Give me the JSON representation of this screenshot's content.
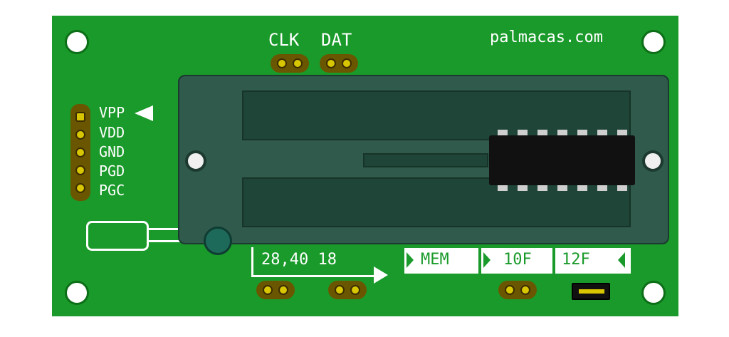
{
  "board": {
    "brand": "palmacas.com",
    "top_headers": {
      "clk": "CLK",
      "dat": "DAT"
    },
    "icsp_labels": [
      "VPP",
      "VDD",
      "GND",
      "PGD",
      "PGC"
    ],
    "bottom_labels": {
      "sizes": "28,40  18",
      "mem": "MEM",
      "f10": "10F",
      "f12": "12F"
    },
    "colors": {
      "pcb": "#1a9a2a",
      "socket": "#2f5a4c",
      "silkscreen": "#ffffff",
      "header": "#6b5600",
      "chip": "#111111"
    }
  }
}
